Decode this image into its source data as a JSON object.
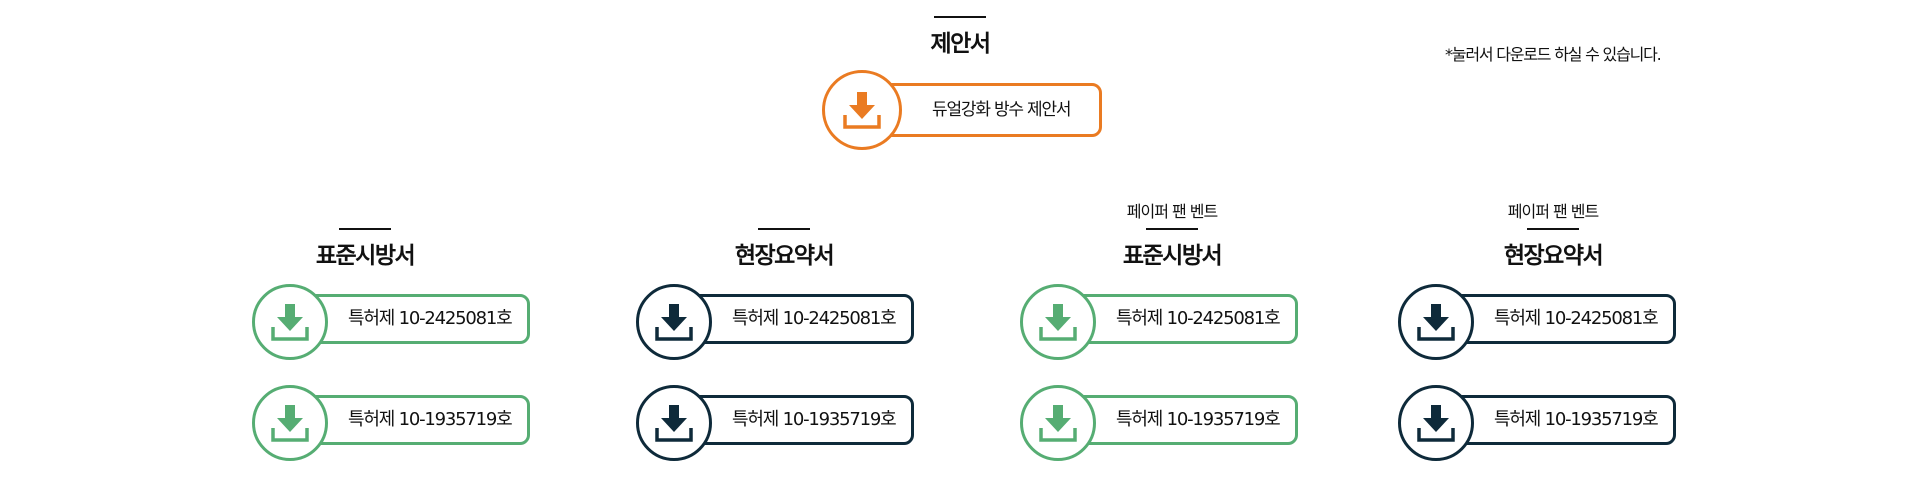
{
  "note": "*눌러서 다운로드 하실 수 있습니다.",
  "proposal": {
    "title": "제안서",
    "button": {
      "label": "듀얼강화 방수 제안서",
      "icon": "download-icon",
      "color": "#ea7b22"
    }
  },
  "sections": [
    {
      "subtitle": "",
      "title": "표준시방서",
      "color": "#56ad73",
      "buttons": [
        {
          "label": "특허제 10-2425081호",
          "icon": "download-icon"
        },
        {
          "label": "특허제 10-1935719호",
          "icon": "download-icon"
        }
      ]
    },
    {
      "subtitle": "",
      "title": "현장요약서",
      "color": "#0e2a3a",
      "buttons": [
        {
          "label": "특허제 10-2425081호",
          "icon": "download-icon"
        },
        {
          "label": "특허제 10-1935719호",
          "icon": "download-icon"
        }
      ]
    },
    {
      "subtitle": "페이퍼 팬 벤트",
      "title": "표준시방서",
      "color": "#56ad73",
      "buttons": [
        {
          "label": "특허제 10-2425081호",
          "icon": "download-icon"
        },
        {
          "label": "특허제 10-1935719호",
          "icon": "download-icon"
        }
      ]
    },
    {
      "subtitle": "페이퍼 팬 벤트",
      "title": "현장요약서",
      "color": "#0e2a3a",
      "buttons": [
        {
          "label": "특허제 10-2425081호",
          "icon": "download-icon"
        },
        {
          "label": "특허제 10-1935719호",
          "icon": "download-icon"
        }
      ]
    }
  ]
}
